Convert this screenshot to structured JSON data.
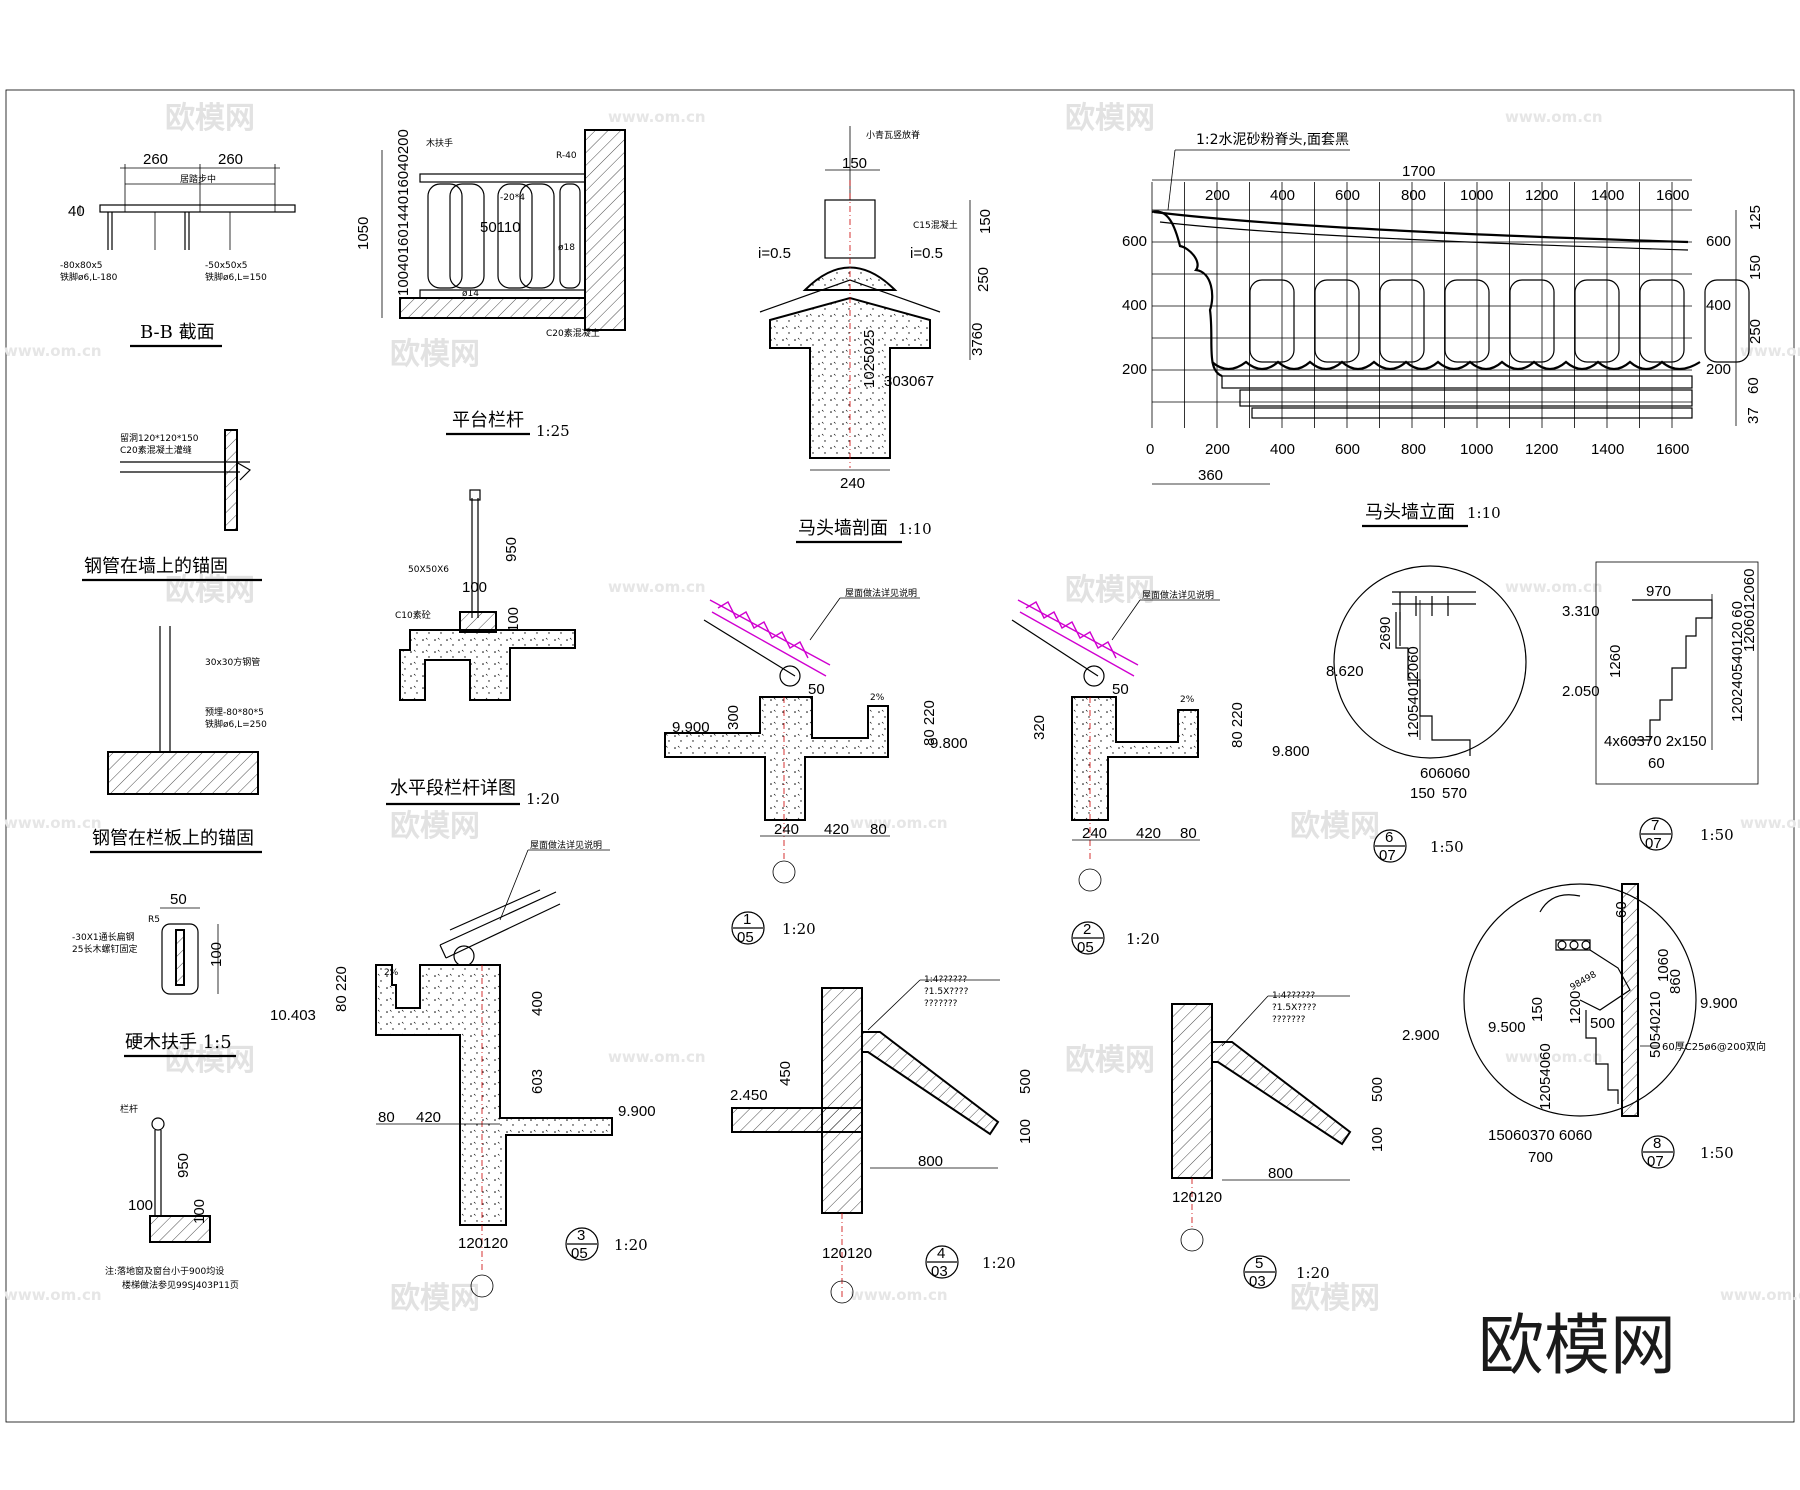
{
  "sheet": {
    "watermark_text": "欧模网",
    "watermark_url": "www.om.cn",
    "corner_watermark": "欧模网"
  },
  "bb_section": {
    "title": "B-B  截面",
    "dim_a": "260",
    "dim_b": "260",
    "note_center": "居踏步中",
    "dim_40": "40",
    "label_left": "-80x80x5",
    "label_left2": "铁脚ø6,L-180",
    "label_right": "-50x50x5",
    "label_right2": "铁脚ø6,L=150"
  },
  "wall_anchor": {
    "title": "钢管在墙上的锚固",
    "note1": "留洞120*120*150",
    "note2": "C20素混凝土灌缝"
  },
  "slab_anchor": {
    "title": "钢管在栏板上的锚固",
    "note1": "30x30方钢管",
    "note2": "预埋-80*80*5",
    "note3": "铁脚ø6,L=250"
  },
  "handrail": {
    "title": "硬木扶手  1:5",
    "dim_50": "50",
    "dim_r": "R5",
    "dim_100": "100",
    "note1": "-30X1通长扁钢",
    "note2": "25长木螺钉固定"
  },
  "bottom_note": {
    "label": "栏杆",
    "dim_950": "950",
    "dim_100a": "100",
    "dim_100b": "100",
    "line1": "注:落地窗及窗台小于900均设",
    "line2": "楼梯做法参见99SJ403P11页"
  },
  "platform_railing": {
    "title": "平台栏杆",
    "scale": "1:25",
    "label_wood": "木扶手",
    "label_r": "R-40",
    "label_flat": "-20*4",
    "label_dia": "ø18",
    "label_dia14": "ø14",
    "label_c20": "C20素混凝土",
    "dim_1050": "1050",
    "dim_stack": "10040160144016040200",
    "dim_mid": "50110"
  },
  "horizontal_railing": {
    "title": "水平段栏杆详图",
    "scale": "1:20",
    "label1": "50X50X6",
    "label2": "C10素砼",
    "dim_950": "950",
    "dim_100a": "100",
    "dim_100b": "100"
  },
  "gable_section": {
    "title": "马头墙剖面",
    "scale": "1:10",
    "label_top": "小青瓦竖放脊",
    "label_c15": "C15混凝土",
    "slope_left": "i=0.5",
    "slope_right": "i=0.5",
    "dim_150": "150",
    "dim_150r": "150",
    "dim_250": "250",
    "dim_3760": "3760",
    "dim_1025": "1025025",
    "dim_3030": "303067",
    "dim_240": "240"
  },
  "gable_elevation": {
    "title": "马头墙立面",
    "scale": "1:10",
    "label_top": "1:2水泥砂粉脊头,面套黑",
    "dim_total": "1700",
    "top_ticks": [
      "200",
      "400",
      "600",
      "800",
      "1000",
      "1200",
      "1400",
      "1600"
    ],
    "bottom_ticks": [
      "0",
      "200",
      "400",
      "600",
      "800",
      "1000",
      "1200",
      "1400",
      "1600"
    ],
    "left_ticks": [
      "600",
      "400",
      "200"
    ],
    "right_ticks": [
      "600",
      "400",
      "200"
    ],
    "right_dims": [
      "125",
      "150",
      "250",
      "60",
      "37"
    ],
    "dim_360": "360"
  },
  "detail1": {
    "num": "1",
    "ref": "05",
    "scale": "1:20",
    "note": "屋面做法详见说明",
    "dim_50": "50",
    "dim_2pct": "2%",
    "elev_left": "9.900",
    "elev_right": "9.800",
    "dim_300": "300",
    "dim_80220": "80 220",
    "dim_240": "240",
    "dim_420": "420",
    "dim_80": "80"
  },
  "detail2": {
    "num": "2",
    "ref": "05",
    "scale": "1:20",
    "note": "屋面做法详见说明",
    "dim_50": "50",
    "dim_2pct": "2%",
    "elev_right": "9.800",
    "dim_320": "320",
    "dim_80220": "80 220",
    "dim_240": "240",
    "dim_420": "420",
    "dim_80": "80"
  },
  "detail3": {
    "num": "3",
    "ref": "05",
    "scale": "1:20",
    "note": "屋面做法详见说明",
    "dim_2pct": "2%",
    "elev_left": "10.403",
    "elev_right": "9.900",
    "dim_80220": "80 220",
    "dim_400": "400",
    "dim_603": "603",
    "dim_80": "80",
    "dim_420": "420",
    "dim_120": "120120"
  },
  "detail4": {
    "num": "4",
    "ref": "03",
    "scale": "1:20",
    "note1": "1:4??????",
    "note2": "?1.5X????",
    "note3": "???????",
    "elev": "2.450",
    "dim_450": "450",
    "dim_500": "500",
    "dim_100": "100",
    "dim_800": "800",
    "dim_120": "120120"
  },
  "detail5": {
    "num": "5",
    "ref": "03",
    "scale": "1:20",
    "note1": "1:4??????",
    "note2": "?1.5X????",
    "note3": "???????",
    "elev": "2.900",
    "dim_500": "500",
    "dim_100": "100",
    "dim_800": "800",
    "dim_120": "120120"
  },
  "detail6": {
    "num": "6",
    "ref": "07",
    "scale": "1:50",
    "elev": "8.620",
    "dim_2690": "2690",
    "dim_stack": "12054012060",
    "dim_bottom": "606060",
    "dim_150": "150",
    "dim_570": "570"
  },
  "detail7": {
    "num": "7",
    "ref": "07",
    "scale": "1:50",
    "elev_top": "3.310",
    "elev_mid": "2.050",
    "dim_970": "970",
    "dim_1260": "1260",
    "dim_stack": "120240540120 60",
    "dim_right": "1206012060",
    "dim_bottom": "4x60370 2x150",
    "dim_60": "60"
  },
  "detail8": {
    "num": "8",
    "ref": "07",
    "scale": "1:50",
    "dim_60": "60",
    "dim_1060": "1060",
    "dim_860": "860",
    "dim_98": "98498",
    "elev_right": "9.900",
    "elev_left": "9.500",
    "dim_1200": "1200",
    "dim_150": "150",
    "dim_500": "500",
    "dim_stack_r": "50540210",
    "dim_stack_l": "12054060",
    "note": "60厚C25ø6@200双向",
    "dim_bottom": "15060370 6060",
    "dim_700": "700"
  }
}
